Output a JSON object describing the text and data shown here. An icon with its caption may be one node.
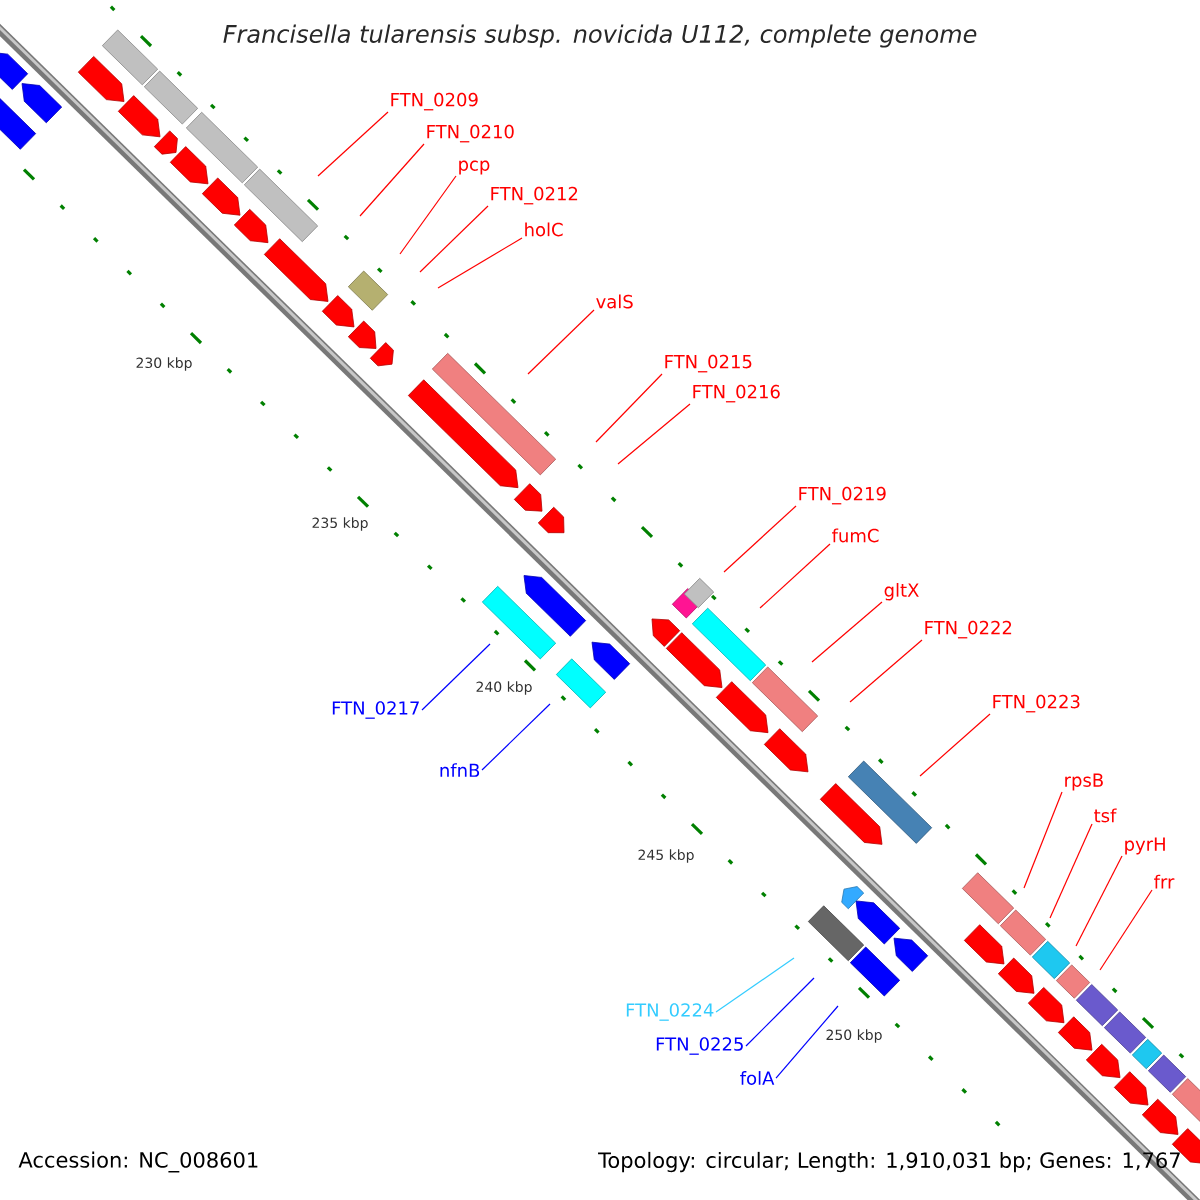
{
  "diagram": {
    "title": "Francisella tularensis subsp. novicida U112, complete genome",
    "nodes": [
      {
        "text": [
          "FTN_0209"
        ]
      },
      {
        "text": [
          "FTN_0210"
        ]
      },
      {
        "text": [
          "pcp"
        ]
      },
      {
        "text": [
          "FTN_0212"
        ]
      },
      {
        "text": [
          "holC"
        ]
      },
      {
        "text": [
          "valS"
        ]
      },
      {
        "text": [
          "FTN_0215"
        ]
      },
      {
        "text": [
          "FTN_0216"
        ]
      },
      {
        "text": [
          "FTN_0219"
        ]
      },
      {
        "text": [
          "fumC"
        ]
      },
      {
        "text": [
          "gltX"
        ]
      },
      {
        "text": [
          "FTN_0222"
        ]
      },
      {
        "text": [
          "FTN_0223"
        ]
      },
      {
        "text": [
          "FTN_0217"
        ]
      },
      {
        "text": [
          "nfnB"
        ]
      },
      {
        "text": [
          "rpsB"
        ]
      },
      {
        "text": [
          "tsf"
        ]
      },
      {
        "text": [
          "pyrH"
        ]
      },
      {
        "text": [
          "frr"
        ]
      },
      {
        "text": [
          "FTN_0224"
        ]
      },
      {
        "text": [
          "FTN_0225"
        ]
      },
      {
        "text": [
          "folA"
        ]
      }
    ],
    "edges": [
      {
        "from": 0,
        "to": null,
        "arrow": "none"
      },
      {
        "from": 1,
        "to": null,
        "arrow": "none"
      },
      {
        "from": 2,
        "to": null,
        "arrow": "none"
      },
      {
        "from": 3,
        "to": null,
        "arrow": "none"
      },
      {
        "from": 4,
        "to": null,
        "arrow": "none"
      },
      {
        "from": 5,
        "to": null,
        "arrow": "none"
      },
      {
        "from": 6,
        "to": null,
        "arrow": "none"
      },
      {
        "from": 7,
        "to": null,
        "arrow": "none"
      },
      {
        "from": 8,
        "to": null,
        "arrow": "none"
      },
      {
        "from": 9,
        "to": null,
        "arrow": "none"
      },
      {
        "from": 10,
        "to": null,
        "arrow": "none"
      },
      {
        "from": 11,
        "to": null,
        "arrow": "none"
      },
      {
        "from": 12,
        "to": null,
        "arrow": "none"
      },
      {
        "from": 13,
        "to": null,
        "arrow": "none",
        "color": "#0000ff"
      },
      {
        "from": 14,
        "to": null,
        "arrow": "none",
        "color": "#0000ff"
      },
      {
        "from": 15,
        "to": null,
        "arrow": "none"
      },
      {
        "from": 16,
        "to": null,
        "arrow": "none"
      },
      {
        "from": 17,
        "to": null,
        "arrow": "none"
      },
      {
        "from": 18,
        "to": null,
        "arrow": "none"
      },
      {
        "from": 19,
        "to": null,
        "arrow": "none",
        "color": "#33ccff"
      },
      {
        "from": 20,
        "to": null,
        "arrow": "none",
        "color": "#0000ff"
      },
      {
        "from": 21,
        "to": null,
        "arrow": "none",
        "color": "#0000ff"
      }
    ],
    "labels": [
      "230 kbp",
      "235 kbp",
      "240 kbp",
      "245 kbp",
      "250 kbp",
      "Accession: NC_008601",
      "Topology: circular; Length: 1,910,031 bp; Genes: 1,767"
    ]
  }
}
